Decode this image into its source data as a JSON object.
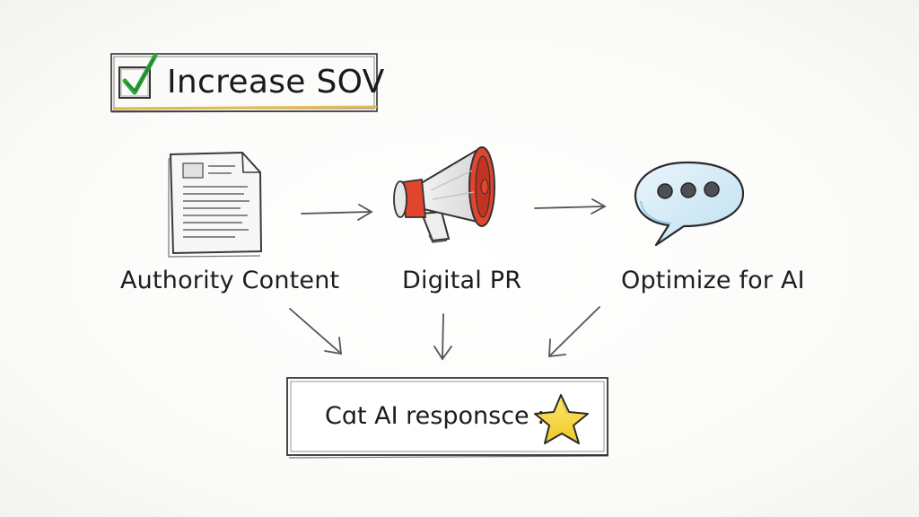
{
  "title": {
    "text": "Increase SOV",
    "checkbox_icon": "checkmark-icon",
    "check_color": "#2fa43a",
    "accent_color": "#e2b23a"
  },
  "steps": [
    {
      "label": "Authority Content",
      "icon": "document-icon"
    },
    {
      "label": "Digital PR",
      "icon": "megaphone-icon"
    },
    {
      "label": "Optimize for AI",
      "icon": "speech-bubble-icon"
    }
  ],
  "result": {
    "text": "Cɑt AI responsce :",
    "icon": "star-icon",
    "star_color": "#f2d22b"
  },
  "colors": {
    "megaphone_red": "#e0452d",
    "bubble_blue": "#a9d3ea",
    "ink": "#2b2b2b"
  }
}
